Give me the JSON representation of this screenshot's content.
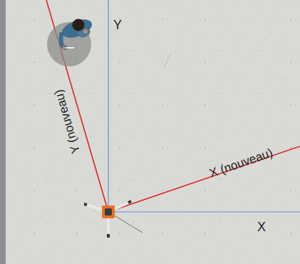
{
  "diagram": {
    "labels": [
      "Y",
      "Y (nouveau)",
      "X (nouveau)",
      "X"
    ]
  }
}
